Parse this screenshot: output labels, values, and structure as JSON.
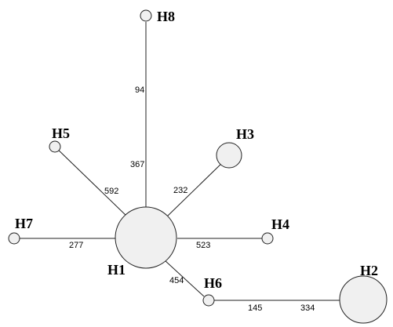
{
  "network": {
    "nodes": [
      {
        "id": "H1",
        "label": "H1"
      },
      {
        "id": "H2",
        "label": "H2"
      },
      {
        "id": "H3",
        "label": "H3"
      },
      {
        "id": "H4",
        "label": "H4"
      },
      {
        "id": "H5",
        "label": "H5"
      },
      {
        "id": "H6",
        "label": "H6"
      },
      {
        "id": "H7",
        "label": "H7"
      },
      {
        "id": "H8",
        "label": "H8"
      }
    ],
    "edges": [
      {
        "from": "H1",
        "to": "H8",
        "labels": [
          "367",
          "94"
        ]
      },
      {
        "from": "H1",
        "to": "H5",
        "labels": [
          "592"
        ]
      },
      {
        "from": "H1",
        "to": "H3",
        "labels": [
          "232"
        ]
      },
      {
        "from": "H1",
        "to": "H7",
        "labels": [
          "277"
        ]
      },
      {
        "from": "H1",
        "to": "H4",
        "labels": [
          "523"
        ]
      },
      {
        "from": "H1",
        "to": "H6",
        "labels": [
          "454"
        ]
      },
      {
        "from": "H6",
        "to": "H2",
        "labels": [
          "145",
          "334"
        ]
      }
    ],
    "colors": {
      "node_fill": "#f0f0f0",
      "stroke": "#222222"
    }
  }
}
